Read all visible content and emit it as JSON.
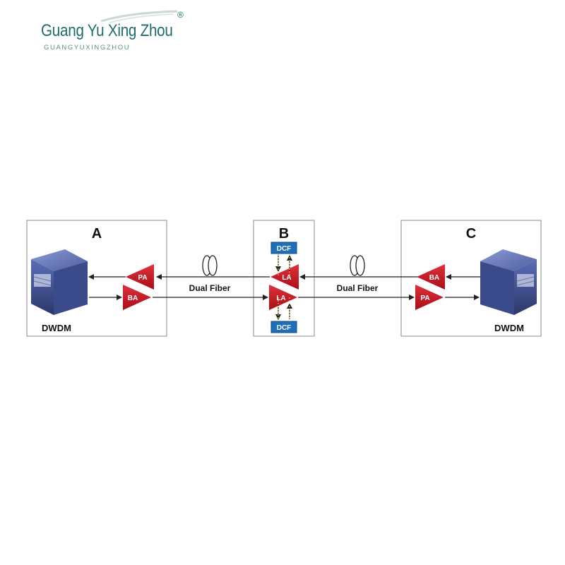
{
  "logo": {
    "main": "Guang Yu Xing Zhou",
    "sub": "GUANGYUXINGZHOU",
    "registered": "®"
  },
  "diagram": {
    "sites": {
      "a": {
        "title": "A",
        "device_label": "DWDM"
      },
      "b": {
        "title": "B"
      },
      "c": {
        "title": "C",
        "device_label": "DWDM"
      }
    },
    "amplifiers": {
      "a_top": "PA",
      "a_bottom": "BA",
      "b_top": "LA",
      "b_bottom": "LA",
      "c_top": "BA",
      "c_bottom": "PA"
    },
    "dcf": {
      "top": "DCF",
      "bottom": "DCF"
    },
    "links": {
      "left": "Dual Fiber",
      "right": "Dual Fiber"
    },
    "colors": {
      "amplifier": "#c8141e",
      "dcf": "#1e6fb8",
      "device": "#3a4a8a",
      "logo": "#1d6d6a"
    }
  }
}
